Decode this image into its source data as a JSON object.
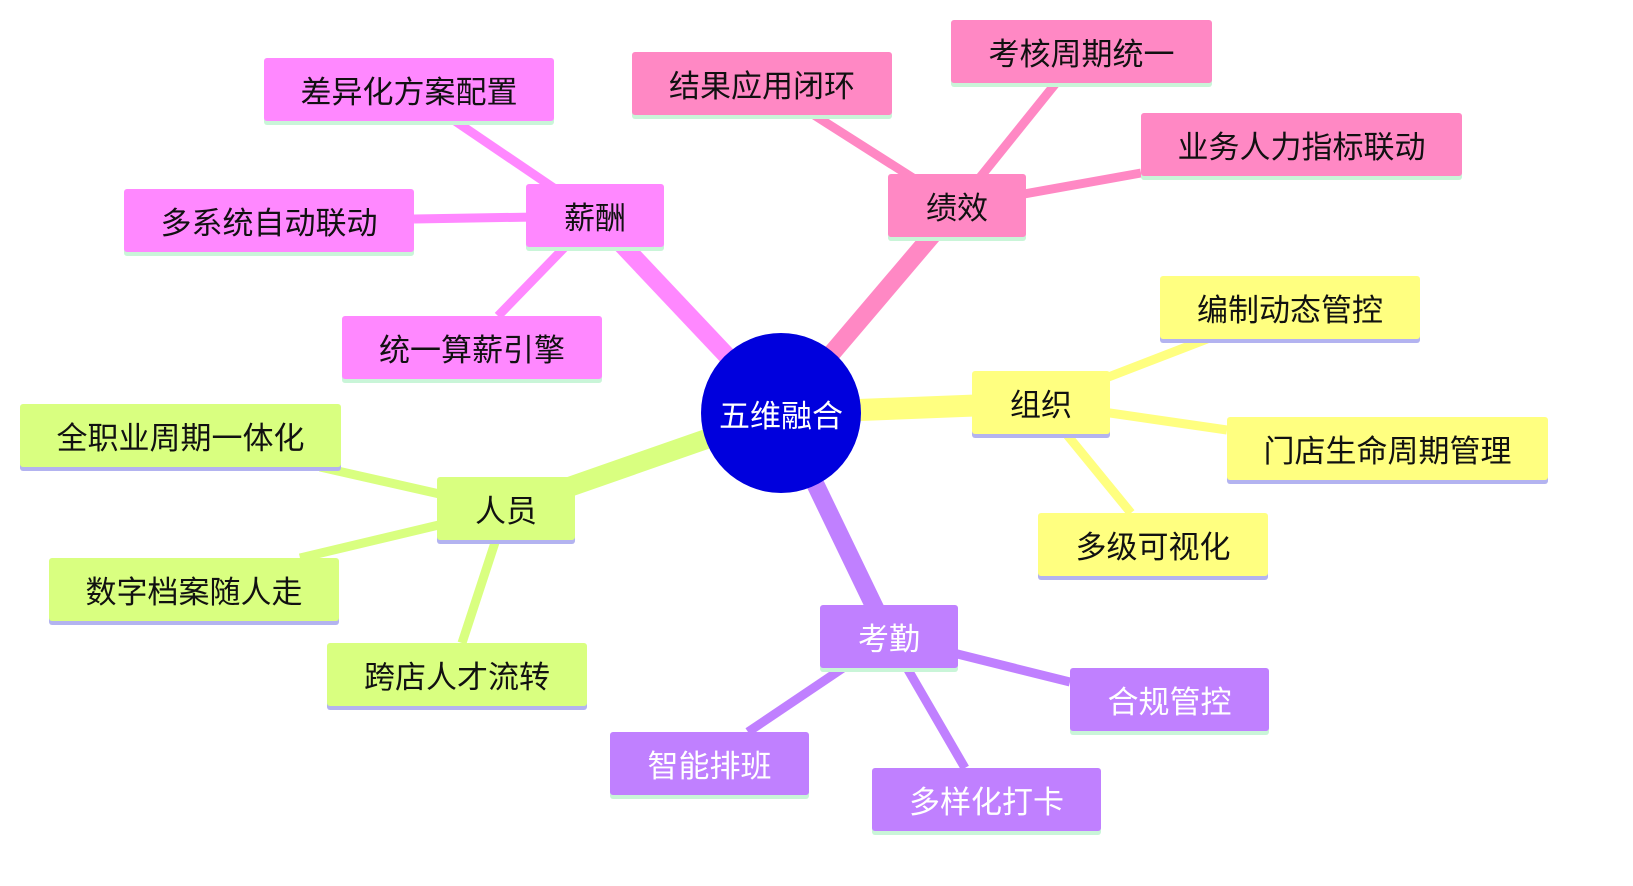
{
  "center": {
    "label": "五维融合",
    "color": "#0000dd"
  },
  "branches": [
    {
      "key": "salary",
      "label": "薪酬",
      "color": "#ff88ff",
      "edge_color": "#ff88ff",
      "underline": "#c9f5d8",
      "children": [
        "差异化方案配置",
        "多系统自动联动",
        "统一算薪引擎"
      ]
    },
    {
      "key": "performance",
      "label": "绩效",
      "color": "#ff88c4",
      "edge_color": "#ff88c4",
      "underline": "#c9f5d8",
      "children": [
        "结果应用闭环",
        "考核周期统一",
        "业务人力指标联动"
      ]
    },
    {
      "key": "organization",
      "label": "组织",
      "color": "#ffff80",
      "edge_color": "#ffff80",
      "underline": "#b3b3f0",
      "children": [
        "编制动态管控",
        "门店生命周期管理",
        "多级可视化"
      ]
    },
    {
      "key": "attendance",
      "label": "考勤",
      "color": "#c080ff",
      "edge_color": "#c080ff",
      "underline": "#c9f5d8",
      "white_text": true,
      "children": [
        "合规管控",
        "多样化打卡",
        "智能排班"
      ]
    },
    {
      "key": "personnel",
      "label": "人员",
      "color": "#d9ff80",
      "edge_color": "#d9ff80",
      "underline": "#b3b3f0",
      "children": [
        "全职业周期一体化",
        "数字档案随人走",
        "跨店人才流转"
      ]
    }
  ]
}
